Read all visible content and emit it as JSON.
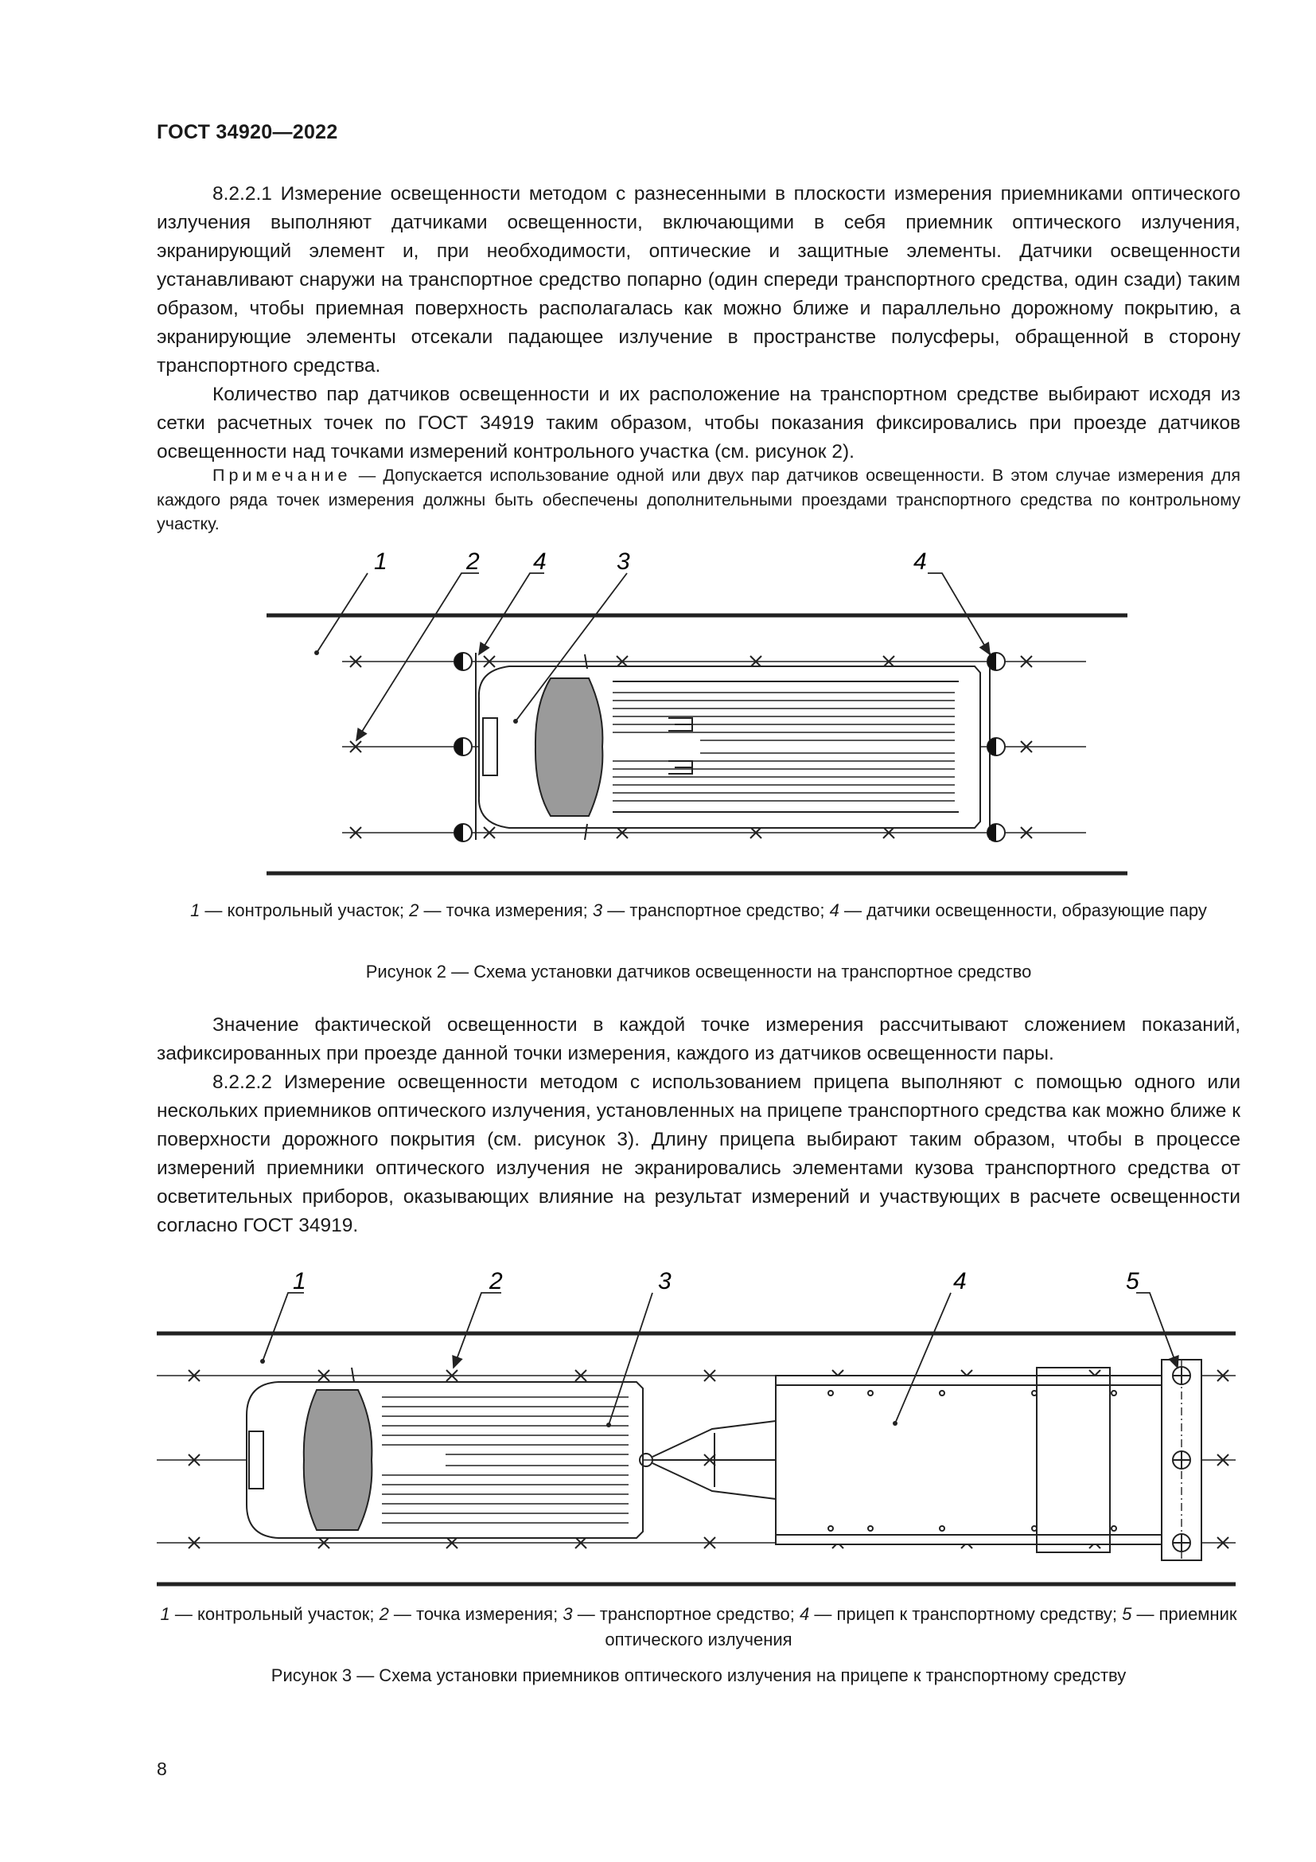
{
  "header": {
    "title": "ГОСТ 34920—2022"
  },
  "paragraphs_top": [
    "8.2.2.1 Измерение освещенности методом с разнесенными в плоскости измерения приемниками оптического излучения выполняют датчиками освещенности, включающими в себя приемник оптического излучения, экранирующий элемент и, при необходимости, оптические и защитные элементы. Датчики освещенности устанавливают снаружи на транспортное средство попарно (один спереди транспортного средства, один сзади) таким образом, чтобы приемная поверхность располагалась как можно ближе и параллельно дорожному покрытию, а экранирующие элементы отсекали падающее излучение в пространстве полусферы, обращенной в сторону транспортного средства.",
    "Количество пар датчиков освещенности и их расположение на транспортном средстве выбирают исходя из сетки расчетных точек по ГОСТ 34919 таким образом, чтобы показания фиксировались при проезде датчиков освещенности над точками измерений контрольного участка (см. рисунок 2)."
  ],
  "note": {
    "label": "Примечание",
    "text": " — Допускается использование одной или двух пар датчиков освещенности. В этом случае измерения для каждого ряда точек измерения должны быть обеспечены дополнительными проездами транспортного средства по контрольному участку."
  },
  "figure2": {
    "callouts": [
      "1",
      "2",
      "4",
      "3",
      "4"
    ],
    "legend": [
      {
        "num": "1",
        "text": " — контрольный участок; "
      },
      {
        "num": "2",
        "text": " — точка измерения; "
      },
      {
        "num": "3",
        "text": " — транспортное средство; "
      },
      {
        "num": "4",
        "text": " — датчики освещенности, образующие пару"
      }
    ],
    "caption": "Рисунок 2 — Схема установки датчиков освещенности на транспортное средство"
  },
  "paragraphs_mid": [
    "Значение фактической освещенности в каждой точке измерения рассчитывают сложением показаний, зафиксированных при проезде данной точки измерения, каждого из датчиков освещенности пары.",
    "8.2.2.2 Измерение освещенности методом с использованием прицепа выполняют с помощью одного или нескольких приемников оптического излучения, установленных на прицепе транспортного средства как можно ближе к поверхности дорожного покрытия (см. рисунок 3). Длину прицепа выбирают таким образом, чтобы в процессе измерений приемники оптического излучения не экранировались элементами кузова транспортного средства от осветительных приборов, оказывающих влияние на результат измерений и участвующих в расчете освещенности согласно ГОСТ 34919."
  ],
  "figure3": {
    "callouts": [
      "1",
      "2",
      "3",
      "4",
      "5"
    ],
    "legend": [
      {
        "num": "1",
        "text": " — контрольный участок; "
      },
      {
        "num": "2",
        "text": " — точка измерения; "
      },
      {
        "num": "3",
        "text": " — транспортное средство; "
      },
      {
        "num": "4",
        "text": " — прицеп к транспортному средству; "
      },
      {
        "num": "5",
        "text": " — приемник оптического излучения"
      }
    ],
    "caption": "Рисунок 3 — Схема установки приемников оптического излучения на прицепе к транспортному средству"
  },
  "footer": {
    "page_number": "8"
  }
}
